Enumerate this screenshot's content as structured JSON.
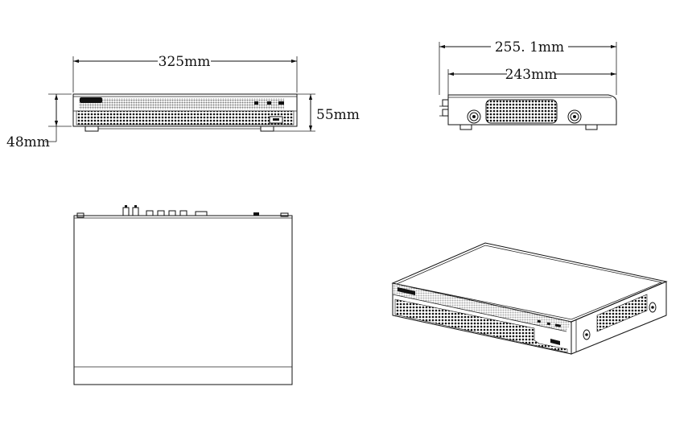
{
  "dimensions": {
    "front_width": "325mm",
    "front_height_total": "55mm",
    "front_height_body": "48mm",
    "side_depth_total": "255. 1mm",
    "side_depth_body": "243mm"
  },
  "views": [
    "front-view",
    "side-view",
    "top-view",
    "isometric-view"
  ],
  "colors": {
    "line": "#111111",
    "background": "#ffffff"
  }
}
